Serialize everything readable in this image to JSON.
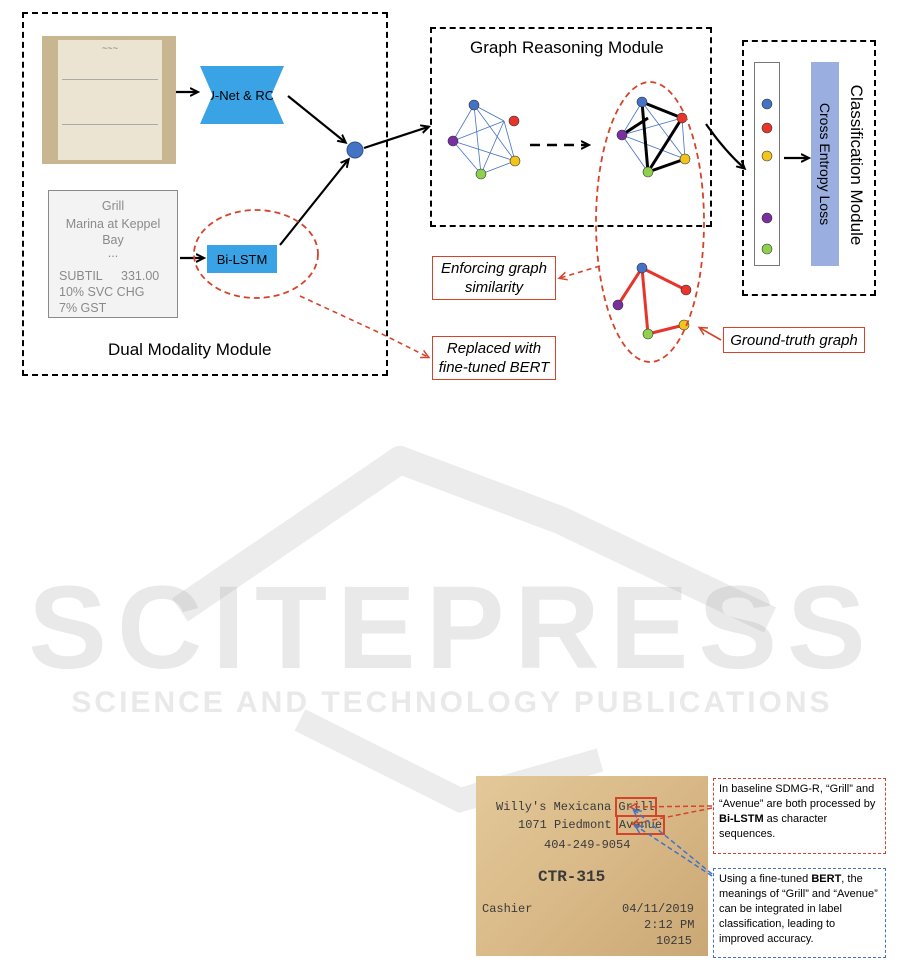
{
  "dual_modality": {
    "title": "Dual Modality Module",
    "unet_label": "U-Net & ROI",
    "bilstm_label": "Bi-LSTM",
    "receipt_text": {
      "line1": "Grill",
      "line2": "Marina at Keppel",
      "line3": "Bay",
      "line4": "...",
      "line5_label": "SUBTIL",
      "line5_value": "331.00",
      "line6": "10% SVC CHG",
      "line7": "7% GST"
    }
  },
  "graph_reasoning": {
    "title": "Graph Reasoning Module"
  },
  "classification": {
    "title": "Classification Module",
    "loss_label": "Cross Entropy Loss"
  },
  "annotations": {
    "enforcing": "Enforcing graph similarity",
    "replaced": "Replaced with fine-tuned BERT",
    "ground_truth": "Ground-truth graph"
  },
  "colors": {
    "node_blue": "#4472c4",
    "node_red": "#e8352c",
    "node_yellow": "#f2c41c",
    "node_purple": "#7a2fa0",
    "node_green": "#8fd14f",
    "dashed_red": "#d5442a",
    "dashed_blue": "#4472c4",
    "module_blue": "#3aa3e6",
    "loss_bg": "#9aaee0"
  },
  "example_receipt": {
    "line1_a": "Willy's Mexicana ",
    "line1_b": "Grill",
    "line2_a": "1071 Piedmont ",
    "line2_b": "Avenue",
    "line3": "404-249-9054",
    "line4": "CTR-315",
    "left_label": "Cashier",
    "date": "04/11/2019",
    "time": "2:12 PM",
    "code": "10215"
  },
  "notes": {
    "baseline_a": "In baseline SDMG-R, “Grill” and “Avenue” are both processed by ",
    "baseline_bold": "Bi-LSTM",
    "baseline_b": " as character sequences.",
    "bert_a": "Using a fine-tuned ",
    "bert_bold": "BERT",
    "bert_b": ", the meanings of “Grill” and “Avenue” can be integrated in label classification, leading to improved accuracy."
  },
  "watermark": {
    "main": "SCITEPRESS",
    "sub": "SCIENCE AND TECHNOLOGY PUBLICATIONS"
  }
}
